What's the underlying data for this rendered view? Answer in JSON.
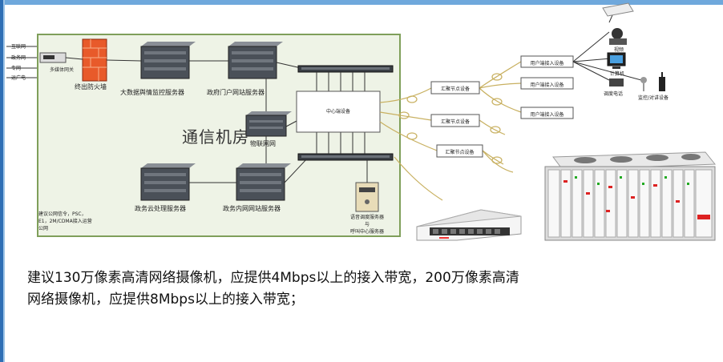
{
  "room": {
    "title": "通信机房",
    "firewall": "终出防火墙",
    "bigdata_server": "大数据舆情监控服务器",
    "portal_server": "政府门户网站服务器",
    "iot_server": "物联网网",
    "cloud_server": "政务云处理服务器",
    "intranet_server": "政务内网网站服务器",
    "dispatch_server": "语音调度服务器\n与\n呼叫中心服务器",
    "note": "建议公网信令，PSC，\nE1，2M/CDMA接入运营\n公网",
    "gateway": "多媒体网关"
  },
  "inputs": [
    "互联网",
    "政务网",
    "专网",
    "运广电"
  ],
  "network": {
    "core": "中心端设备",
    "aggregators": [
      "汇聚节点设备",
      "汇聚节点设备",
      "汇聚节点设备"
    ],
    "access": [
      "用户端接入设备",
      "用户端接入设备",
      "用户端接入设备"
    ],
    "terminals": [
      "视频",
      "计算机",
      "调度电话",
      "监控/对讲设备"
    ]
  },
  "caption": {
    "line1": "建议130万像素高清网络摄像机，应提供4Mbps以上的接入带宽，200万像素高清",
    "line2": "网络摄像机，应提供8Mbps以上的接入带宽；"
  }
}
